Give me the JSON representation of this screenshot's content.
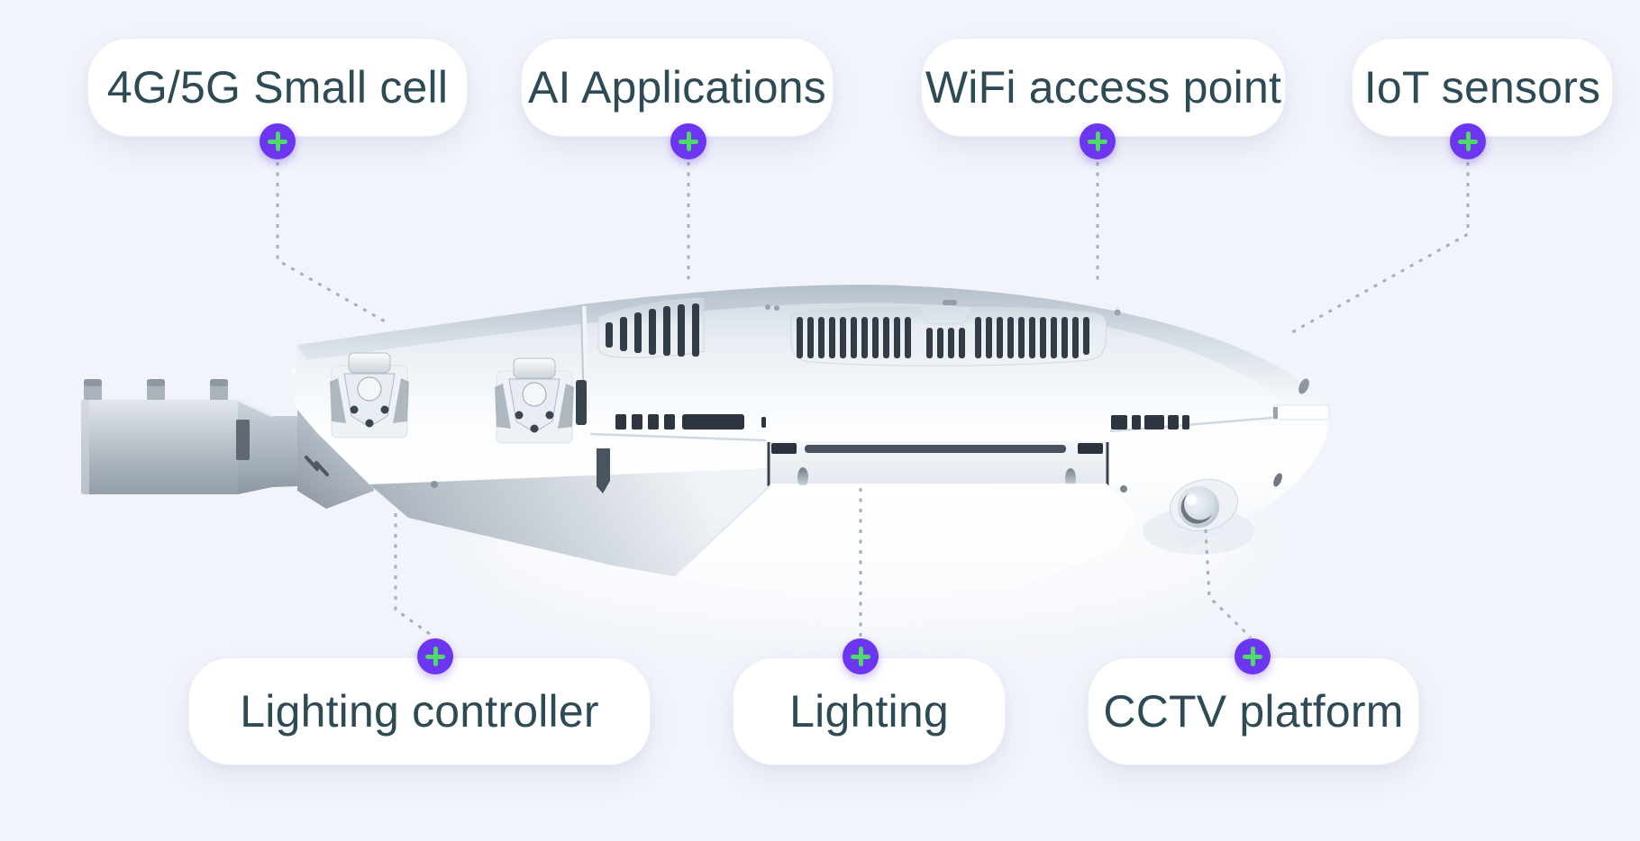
{
  "page": {
    "background_color": "#f1f4fa",
    "description": "Smart streetlight interactive hotspot diagram"
  },
  "style": {
    "label_bg": "#ffffff",
    "label_text_color": "#2e4b55",
    "plus_button_color": "#6c35f0",
    "plus_glyph_color": "#4fd968",
    "connector_color": "#9fb2ba"
  },
  "callouts": {
    "top": [
      {
        "label": "4G/5G Small cell"
      },
      {
        "label": "AI Applications"
      },
      {
        "label": "WiFi access point"
      },
      {
        "label": "IoT sensors"
      }
    ],
    "bottom": [
      {
        "label": "Lighting controller"
      },
      {
        "label": "Lighting"
      },
      {
        "label": "CCTV platform"
      }
    ]
  },
  "device": {
    "kind": "smart-streetlight-luminaire-render",
    "view": "side underside view, mounted on pole arm at left"
  }
}
